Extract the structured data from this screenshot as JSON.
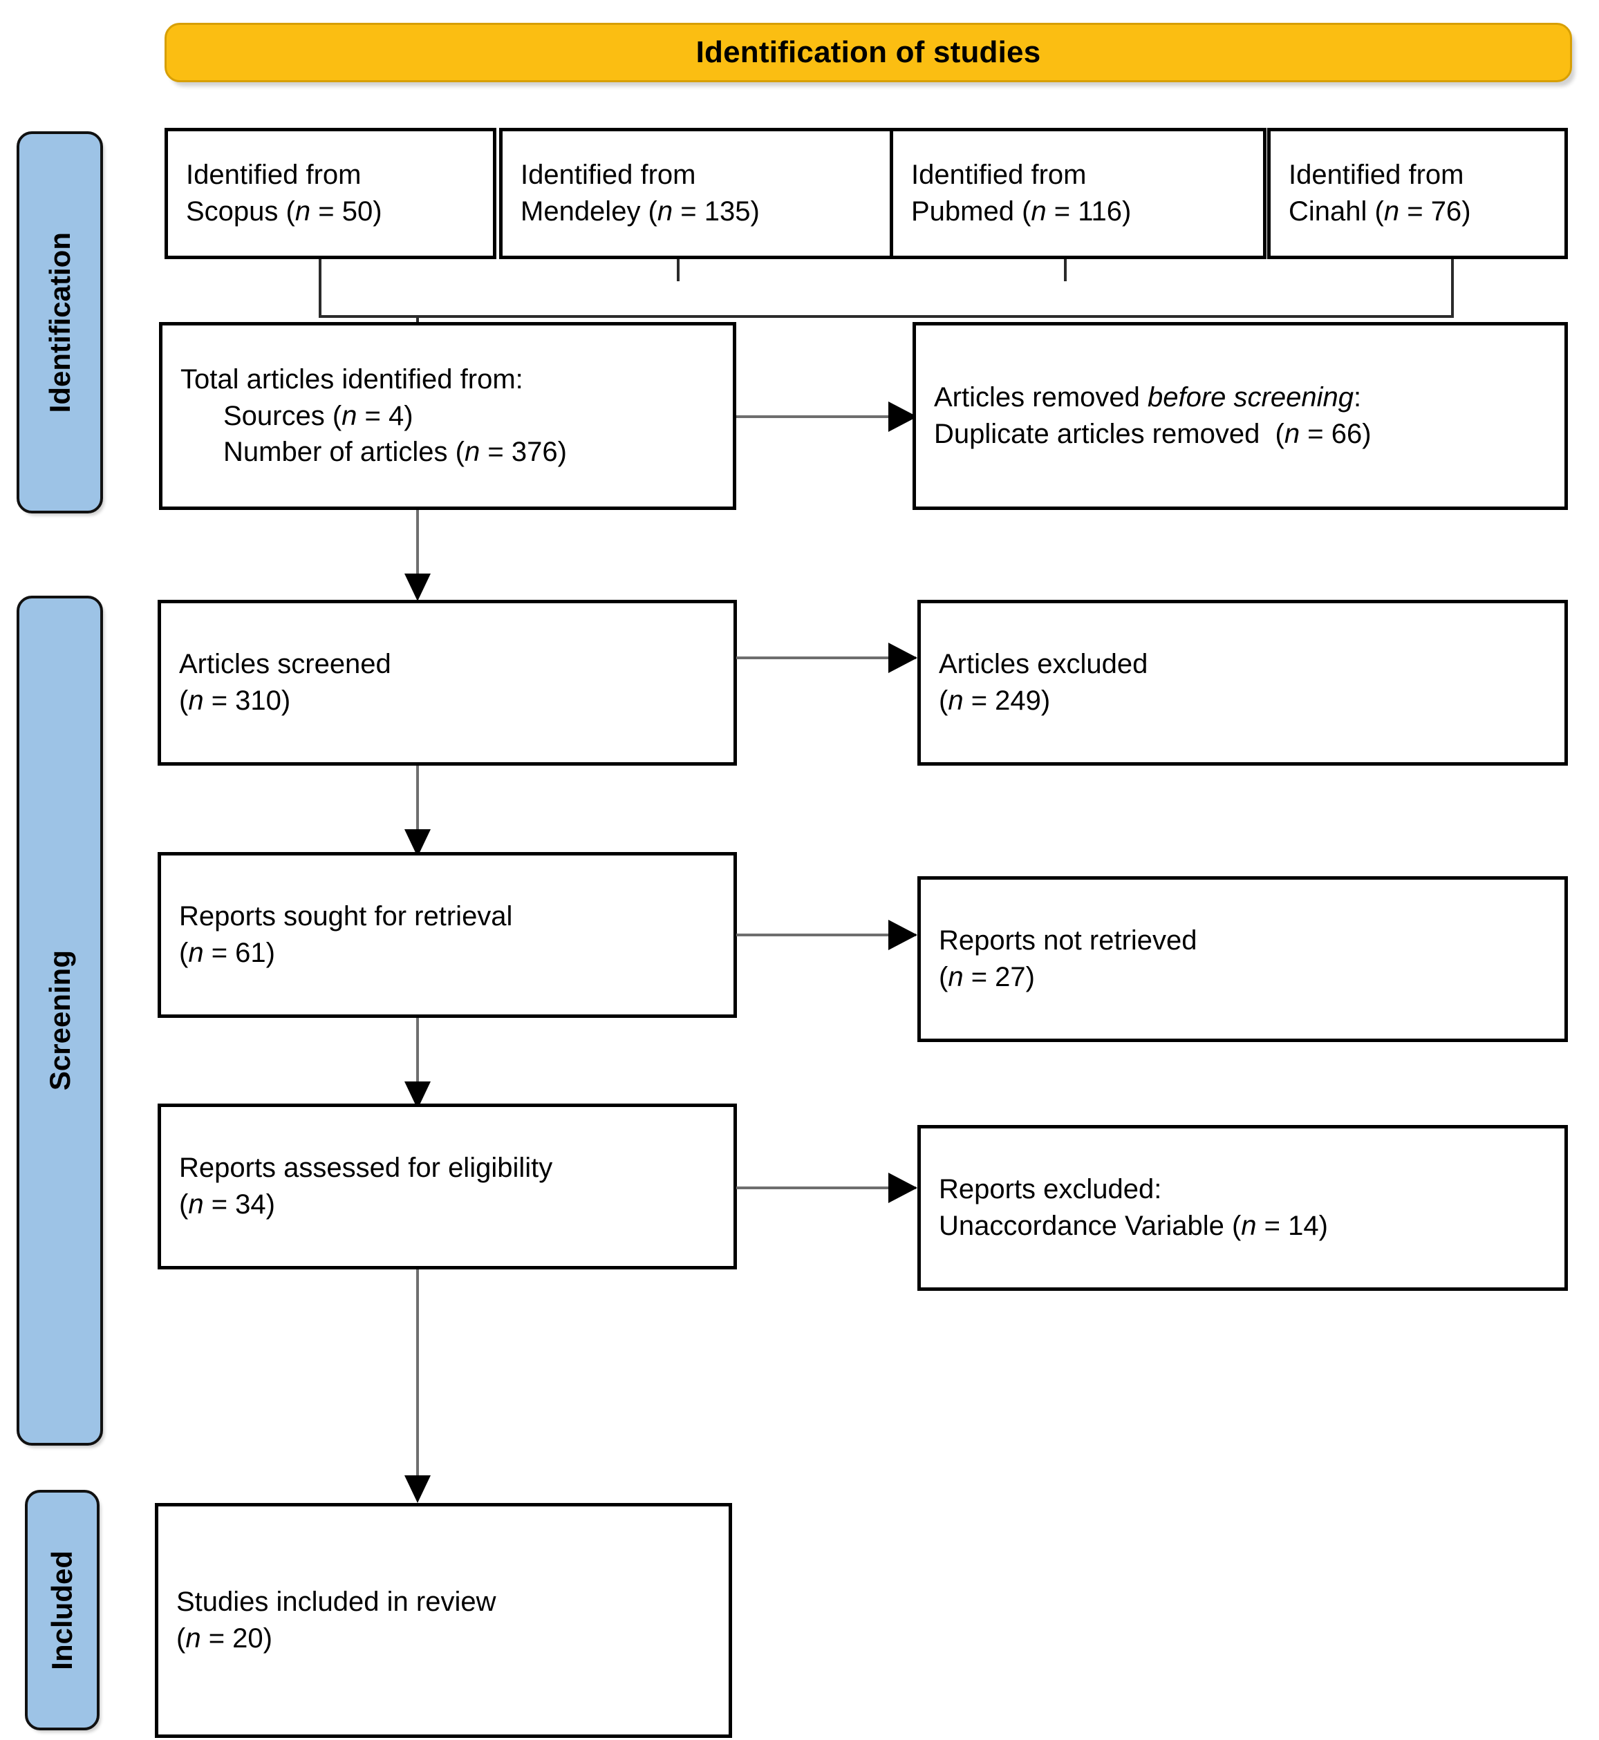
{
  "diagram": {
    "type": "prisma-flow-diagram",
    "header": {
      "title": "Identification of studies"
    },
    "phases": [
      {
        "id": "identification",
        "label": "Identification"
      },
      {
        "id": "screening",
        "label": "Screening"
      },
      {
        "id": "included",
        "label": "Included"
      }
    ],
    "sources": [
      {
        "id": "scopus",
        "line1": "Identified from",
        "source": "Scopus",
        "n_label": "(n = 50)",
        "n": 50
      },
      {
        "id": "mendeley",
        "line1": "Identified from",
        "source": "Mendeley",
        "n_label": "(n = 135)",
        "n": 135
      },
      {
        "id": "pubmed",
        "line1": "Identified from",
        "source": "Pubmed",
        "n_label": "(n = 116)",
        "n": 116
      },
      {
        "id": "cinahl",
        "line1": "Identified from",
        "source": "Cinahl",
        "n_label": "(n = 76)",
        "n": 76
      }
    ],
    "boxes": {
      "total_identified": {
        "line1": "Total articles identified from:",
        "line2": "Sources (n = 4)",
        "line3": "Number of articles (n = 376)",
        "sources_n": 4,
        "articles_n": 376
      },
      "removed_before_screening": {
        "line1_a": "Articles removed ",
        "line1_italic": "before screening",
        "line1_b": ":",
        "line2": "Duplicate articles removed  (n = 66)",
        "n": 66
      },
      "articles_screened": {
        "line1": "Articles screened",
        "line2": "(n = 310)",
        "n": 310
      },
      "articles_excluded": {
        "line1": "Articles excluded",
        "line2": "(n = 249)",
        "n": 249
      },
      "reports_sought": {
        "line1": "Reports sought for retrieval",
        "line2": "(n = 61)",
        "n": 61
      },
      "reports_not_retrieved": {
        "line1": "Reports not retrieved",
        "line2": "(n = 27)",
        "n": 27
      },
      "reports_assessed": {
        "line1": "Reports assessed for eligibility",
        "line2": "(n = 34)",
        "n": 34
      },
      "reports_excluded": {
        "line1": "Reports excluded:",
        "line2": "Unaccordance Variable (n = 14)",
        "n": 14
      },
      "studies_included": {
        "line1": "Studies included in review",
        "line2": "(n = 20)",
        "n": 20
      }
    },
    "colors": {
      "header_fill": "#FBBE12",
      "header_border": "#D79F05",
      "phase_fill": "#9DC3E6",
      "box_border": "#000000",
      "connector": "#6E6E6E"
    }
  }
}
